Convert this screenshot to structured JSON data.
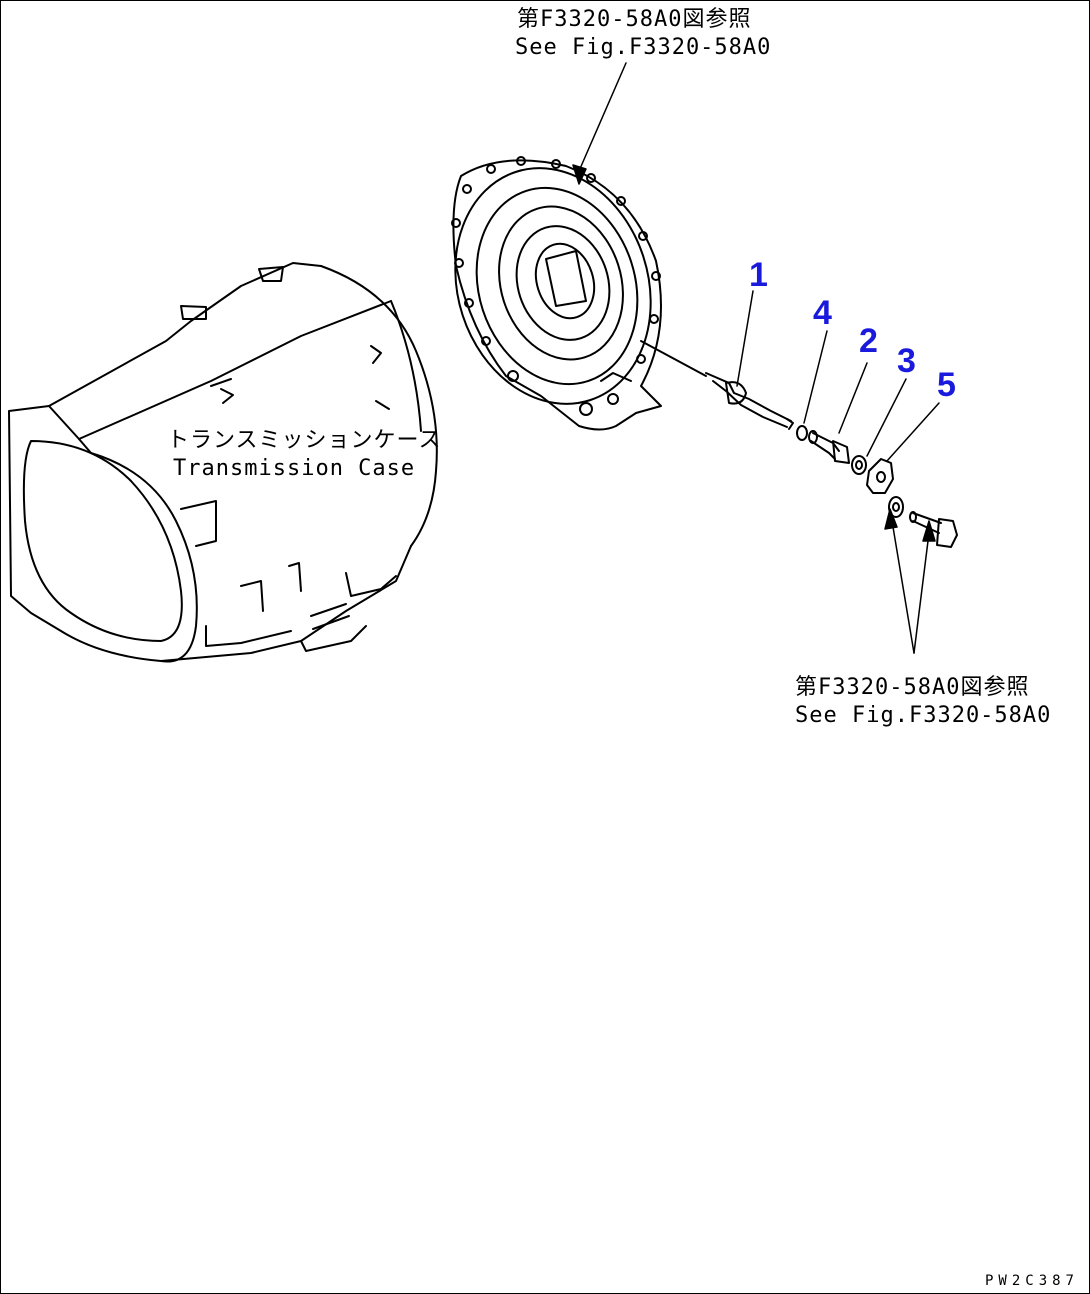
{
  "references": {
    "top": {
      "jp": "第F3320-58A0図参照",
      "en": "See Fig.F3320-58A0"
    },
    "bottom": {
      "jp": "第F3320-58A0図参照",
      "en": "See Fig.F3320-58A0"
    }
  },
  "transmission_case": {
    "jp": "トランスミッションケース",
    "en": "Transmission Case"
  },
  "callouts": {
    "c1": "1",
    "c2": "2",
    "c3": "3",
    "c4": "4",
    "c5": "5"
  },
  "callout_color": "#1a1adc",
  "drawing_code": "PW2C387"
}
